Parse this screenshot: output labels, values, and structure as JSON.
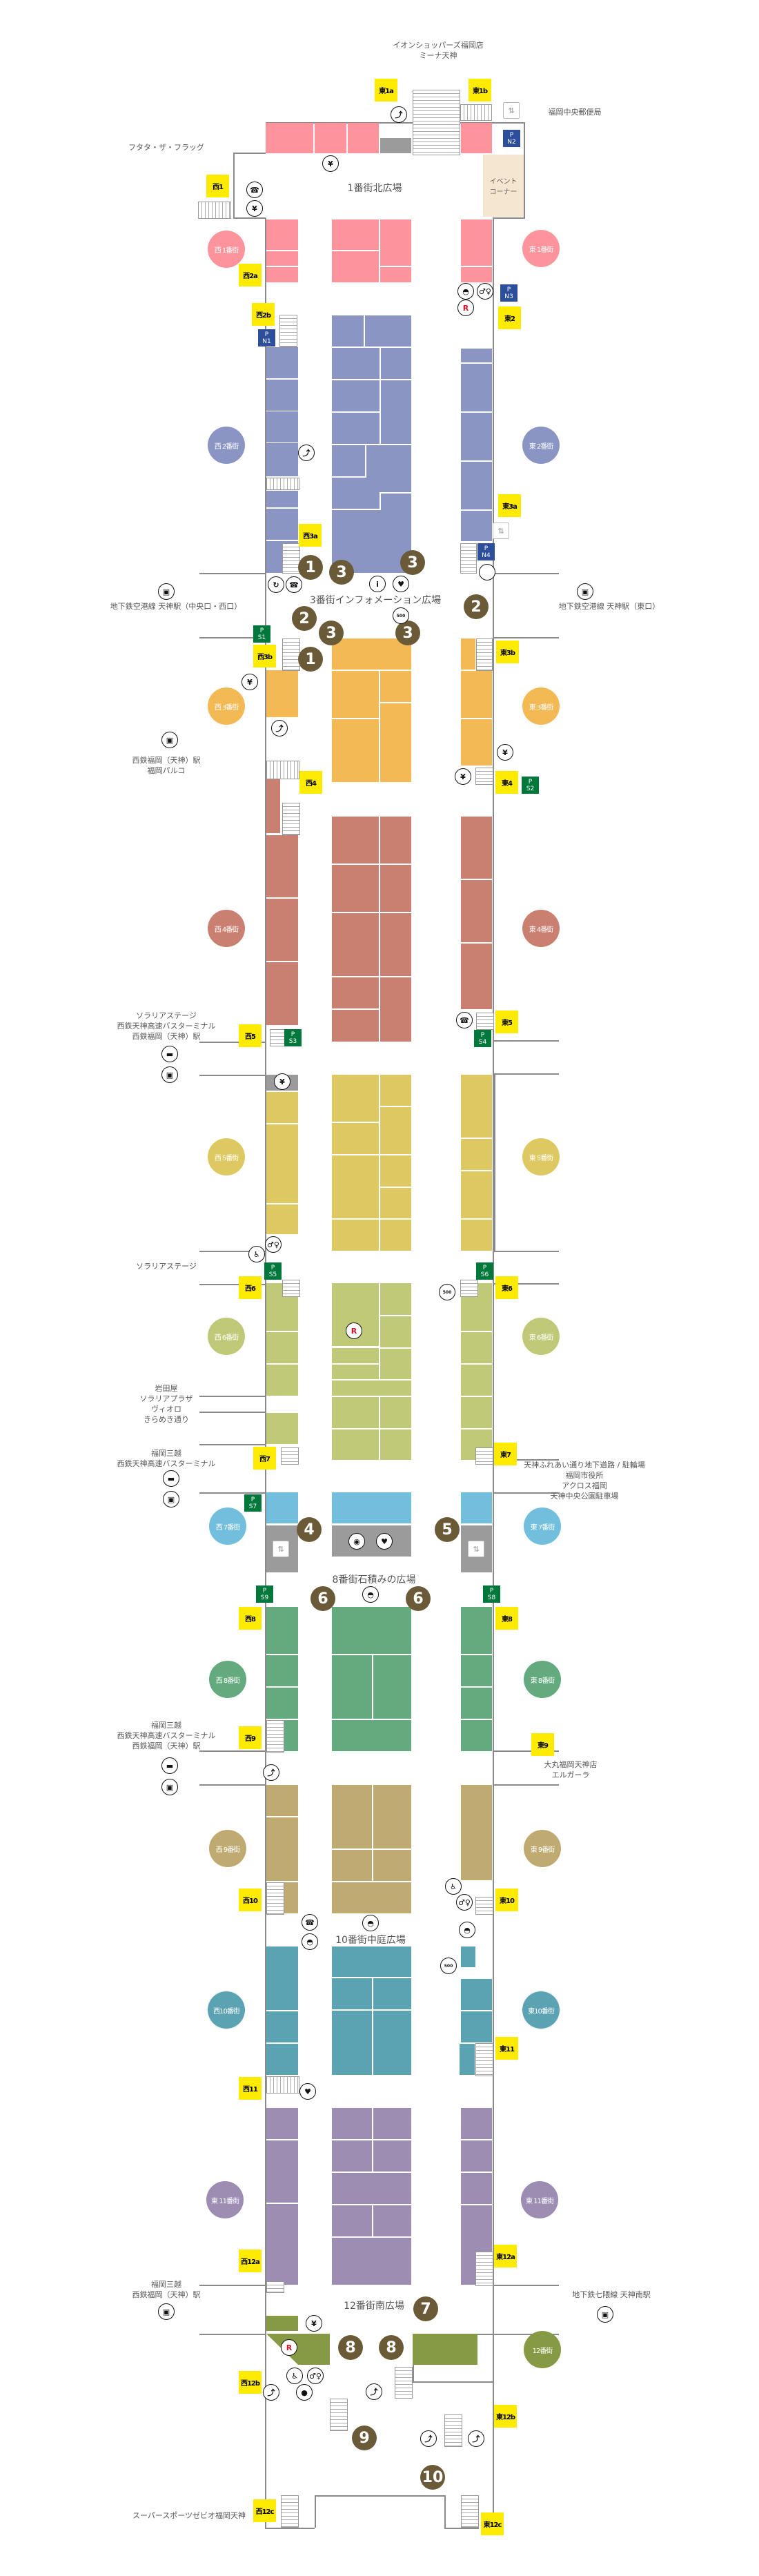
{
  "colors": {
    "d1": "#fd949c",
    "d2": "#8a95c4",
    "d3": "#f3b954",
    "d4": "#c98070",
    "d5": "#dec862",
    "d6": "#c0c978",
    "d7": "#71bfdd",
    "d8": "#63aa7f",
    "d9": "#bfab72",
    "d10": "#5ba2b3",
    "d11": "#9d8db3",
    "d12": "#869a45",
    "grey": "#9b9b9b",
    "exit": "#ffeb00",
    "parking_north": "#2d4f9b",
    "parking_south": "#00783c",
    "marker": "#6b5a38"
  },
  "plazas": [
    "1番街北広場",
    "3番街インフォメーション広場",
    "8番街石積みの広場",
    "10番街中庭広場",
    "12番街南広場"
  ],
  "event_corner": "イベント\nコーナー",
  "districts": [
    "西 1番街",
    "東 1番街",
    "西 2番街",
    "東 2番街",
    "西 3番街",
    "東 3番街",
    "西 4番街",
    "東 4番街",
    "西 5番街",
    "東 5番街",
    "西 6番街",
    "東 6番街",
    "西 7番街",
    "東 7番街",
    "西 8番街",
    "東 8番街",
    "西 9番街",
    "東 9番街",
    "西10番街",
    "東10番街",
    "東 11番街",
    "東 11番街",
    "12番街"
  ],
  "exits": [
    "東1a",
    "東1b",
    "西1",
    "西2a",
    "西2b",
    "東2",
    "西3a",
    "東3a",
    "西3b",
    "東3b",
    "西4",
    "東4",
    "西5",
    "東5",
    "西6",
    "東6",
    "西7",
    "東7",
    "西8",
    "東8",
    "西9",
    "東9",
    "西10",
    "東10",
    "西11",
    "東11",
    "西12a",
    "東12a",
    "西12b",
    "東12b",
    "西12c",
    "東12c"
  ],
  "parking_prefix": "P",
  "parking": [
    "N1",
    "N2",
    "N3",
    "N4",
    "S1",
    "S2",
    "S3",
    "S4",
    "S5",
    "S6",
    "S7",
    "S8",
    "S9"
  ],
  "markers": [
    "1",
    "3",
    "3",
    "2",
    "3",
    "3",
    "1",
    "2",
    "4",
    "5",
    "6",
    "6",
    "7",
    "8",
    "8",
    "9",
    "10"
  ],
  "landmarks": [
    "イオンショッパーズ福岡店\nミーナ天神",
    "福岡中央郵便局",
    "フタタ・ザ・フラッグ",
    "地下鉄空港線 天神駅（中央口・西口）",
    "地下鉄空港線 天神駅（東口）",
    "西鉄福岡（天神）駅\n福岡パルコ",
    "ソラリアステージ\n西鉄天神高速バスターミナル\n西鉄福岡（天神）駅",
    "ソラリアステージ",
    "岩田屋\nソラリアプラザ\nヴィオロ\nきらめき通り",
    "福岡三越\n西鉄天神高速バスターミナル",
    "天神ふれあい通り地下道路 / 駐輪場\n福岡市役所\nアクロス福岡\n天神中央公園駐車場",
    "福岡三越\n西鉄天神高速バスターミナル\n西鉄福岡（天神）駅",
    "大丸福岡天神店\nエルガーラ",
    "福岡三越\n西鉄福岡（天神）駅",
    "地下鉄七隈線 天神南駅",
    "スーパースポーツゼビオ福岡天神"
  ],
  "icon_labels": {
    "yen": "¥",
    "info": "i",
    "aed": "♥",
    "locker": "500",
    "edy": "R",
    "escalator": "⤴",
    "elevator": "⇅",
    "toilet": "♂♀",
    "wc": "♿",
    "nursing": "◓",
    "baby": "●",
    "phone": "☎",
    "train": "▣",
    "bus": "▬",
    "atm": "↻",
    "concierge": "◉",
    "empty": ""
  }
}
